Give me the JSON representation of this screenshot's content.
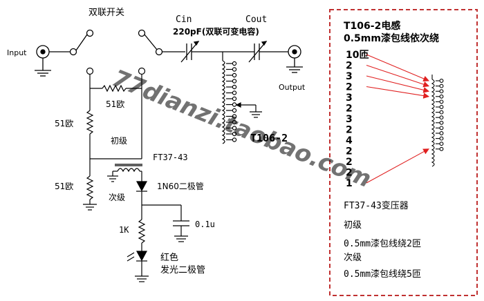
{
  "schematic": {
    "labels": {
      "switch": "双联开关",
      "input": "Input",
      "output": "Output",
      "cin": "Cin",
      "cout": "Cout",
      "cap_note": "220pF(双联可变电容)",
      "r_top": "51欧",
      "r_left": "51欧",
      "r_bottom": "51欧",
      "primary": "初级",
      "ft": "FT37-43",
      "diode": "1N60二极管",
      "secondary": "次级",
      "cap": "0.1u",
      "r_1k": "1K",
      "led_line1": "红色",
      "led_line2": "发光二极管",
      "toroid": "T106-2"
    }
  },
  "notes": {
    "title_line1": "T106-2电感",
    "title_line2": "0.5mm漆包线依次绕",
    "turns": [
      "10匝",
      "2",
      "3",
      "2",
      "3",
      "2",
      "3",
      "2",
      "4",
      "2",
      "2",
      "2",
      "1"
    ],
    "ft_title": "FT37-43变压器",
    "ft_primary": "初级",
    "ft_primary_wind": "0.5mm漆包线绕2匝",
    "ft_secondary": "次级",
    "ft_secondary_wind": "0.5mm漆包线绕5匝"
  },
  "watermark": "77dianzi.taobao.com",
  "colors": {
    "line": "#000000",
    "arrow": "#e02020",
    "watermark": "#000000"
  }
}
